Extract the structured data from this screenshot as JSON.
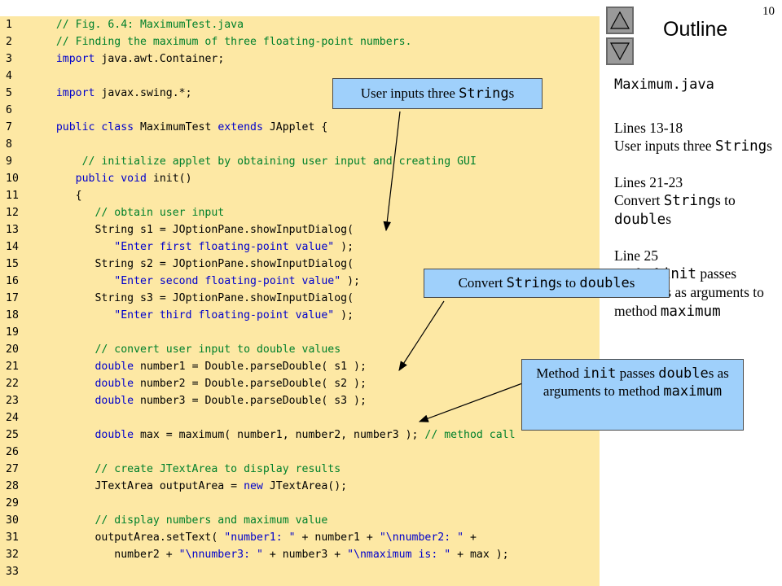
{
  "slide": {
    "page_number": "10"
  },
  "outline": {
    "title": "Outline",
    "file": "Maximum.java",
    "notes": [
      {
        "range": "Lines 13-18",
        "parts": [
          [
            "User inputs three ",
            false
          ],
          [
            "String",
            true
          ],
          [
            "s",
            false
          ]
        ]
      },
      {
        "range": "Lines 21-23",
        "parts": [
          [
            "Convert ",
            false
          ],
          [
            "String",
            true
          ],
          [
            "s to ",
            false
          ],
          [
            "double",
            true
          ],
          [
            "s",
            false
          ]
        ]
      },
      {
        "range": "Line 25",
        "parts": [
          [
            "Method ",
            false
          ],
          [
            "init",
            true
          ],
          [
            " passes ",
            false
          ],
          [
            "double",
            true
          ],
          [
            "s as arguments to method ",
            false
          ],
          [
            "maximum",
            true
          ]
        ]
      }
    ]
  },
  "nav": {
    "up_icon": "triangle-up-icon",
    "down_icon": "triangle-down-icon"
  },
  "callouts": [
    {
      "parts": [
        [
          "User inputs three ",
          false
        ],
        [
          "String",
          true
        ],
        [
          "s",
          false
        ]
      ]
    },
    {
      "parts": [
        [
          "Convert ",
          false
        ],
        [
          "String",
          true
        ],
        [
          "s to ",
          false
        ],
        [
          "double",
          true
        ],
        [
          "s",
          false
        ]
      ]
    },
    {
      "parts": [
        [
          "Method ",
          false
        ],
        [
          "init",
          true
        ],
        [
          " passes ",
          false
        ],
        [
          "double",
          true
        ],
        [
          "s as arguments to method ",
          false
        ],
        [
          "maximum",
          true
        ]
      ]
    }
  ],
  "code_lines": [
    {
      "num": "1",
      "segs": [
        [
          "   // Fig. 6.4: MaximumTest.java",
          "cm"
        ]
      ]
    },
    {
      "num": "2",
      "segs": [
        [
          "   // Finding the maximum of three floating-point numbers.",
          "cm"
        ]
      ]
    },
    {
      "num": "3",
      "segs": [
        [
          "   ",
          ""
        ],
        [
          "import",
          "kw"
        ],
        [
          " java.awt.Container;",
          ""
        ]
      ]
    },
    {
      "num": "4",
      "segs": []
    },
    {
      "num": "5",
      "segs": [
        [
          "   ",
          ""
        ],
        [
          "import",
          "kw"
        ],
        [
          " javax.swing.*;",
          ""
        ]
      ]
    },
    {
      "num": "6",
      "segs": []
    },
    {
      "num": "7",
      "segs": [
        [
          "   ",
          ""
        ],
        [
          "public class",
          "kw"
        ],
        [
          " MaximumTest ",
          ""
        ],
        [
          "extends",
          "kw"
        ],
        [
          " JApplet {",
          ""
        ]
      ]
    },
    {
      "num": "8",
      "segs": []
    },
    {
      "num": "9",
      "segs": [
        [
          "       // initialize applet by obtaining user input and creating GUI",
          "cm"
        ]
      ]
    },
    {
      "num": "10",
      "segs": [
        [
          "      ",
          ""
        ],
        [
          "public void",
          "kw"
        ],
        [
          " init()",
          ""
        ]
      ]
    },
    {
      "num": "11",
      "segs": [
        [
          "      {",
          ""
        ]
      ]
    },
    {
      "num": "12",
      "segs": [
        [
          "         // obtain user input",
          "cm"
        ]
      ]
    },
    {
      "num": "13",
      "segs": [
        [
          "         String s1 = JOptionPane.showInputDialog(",
          ""
        ]
      ]
    },
    {
      "num": "14",
      "segs": [
        [
          "            ",
          ""
        ],
        [
          "\"Enter first floating-point value\"",
          "st"
        ],
        [
          " );",
          ""
        ]
      ]
    },
    {
      "num": "15",
      "segs": [
        [
          "         String s2 = JOptionPane.showInputDialog(",
          ""
        ]
      ]
    },
    {
      "num": "16",
      "segs": [
        [
          "            ",
          ""
        ],
        [
          "\"Enter second floating-point value\"",
          "st"
        ],
        [
          " );",
          ""
        ]
      ]
    },
    {
      "num": "17",
      "segs": [
        [
          "         String s3 = JOptionPane.showInputDialog(",
          ""
        ]
      ]
    },
    {
      "num": "18",
      "segs": [
        [
          "            ",
          ""
        ],
        [
          "\"Enter third floating-point value\"",
          "st"
        ],
        [
          " );",
          ""
        ]
      ]
    },
    {
      "num": "19",
      "segs": []
    },
    {
      "num": "20",
      "segs": [
        [
          "         // convert user input to double values",
          "cm"
        ]
      ]
    },
    {
      "num": "21",
      "segs": [
        [
          "         ",
          ""
        ],
        [
          "double",
          "kw"
        ],
        [
          " number1 = Double.parseDouble( s1 );",
          ""
        ]
      ]
    },
    {
      "num": "22",
      "segs": [
        [
          "         ",
          ""
        ],
        [
          "double",
          "kw"
        ],
        [
          " number2 = Double.parseDouble( s2 );",
          ""
        ]
      ]
    },
    {
      "num": "23",
      "segs": [
        [
          "         ",
          ""
        ],
        [
          "double",
          "kw"
        ],
        [
          " number3 = Double.parseDouble( s3 );",
          ""
        ]
      ]
    },
    {
      "num": "24",
      "segs": []
    },
    {
      "num": "25",
      "segs": [
        [
          "         ",
          ""
        ],
        [
          "double",
          "kw"
        ],
        [
          " max = maximum( number1, number2, number3 ); ",
          ""
        ],
        [
          "// method call",
          "cm"
        ]
      ]
    },
    {
      "num": "26",
      "segs": []
    },
    {
      "num": "27",
      "segs": [
        [
          "         // create JTextArea to display results",
          "cm"
        ]
      ]
    },
    {
      "num": "28",
      "segs": [
        [
          "         JTextArea outputArea = ",
          ""
        ],
        [
          "new",
          "kw"
        ],
        [
          " JTextArea();",
          ""
        ]
      ]
    },
    {
      "num": "29",
      "segs": []
    },
    {
      "num": "30",
      "segs": [
        [
          "         // display numbers and maximum value",
          "cm"
        ]
      ]
    },
    {
      "num": "31",
      "segs": [
        [
          "         outputArea.setText( ",
          ""
        ],
        [
          "\"number1: \"",
          "st"
        ],
        [
          " + number1 + ",
          ""
        ],
        [
          "\"\\nnumber2: \"",
          "st"
        ],
        [
          " +",
          ""
        ]
      ]
    },
    {
      "num": "32",
      "segs": [
        [
          "            number2 + ",
          ""
        ],
        [
          "\"\\nnumber3: \"",
          "st"
        ],
        [
          " + number3 + ",
          ""
        ],
        [
          "\"\\nmaximum is: \"",
          "st"
        ],
        [
          " + max );",
          ""
        ]
      ]
    },
    {
      "num": "33",
      "segs": []
    }
  ]
}
